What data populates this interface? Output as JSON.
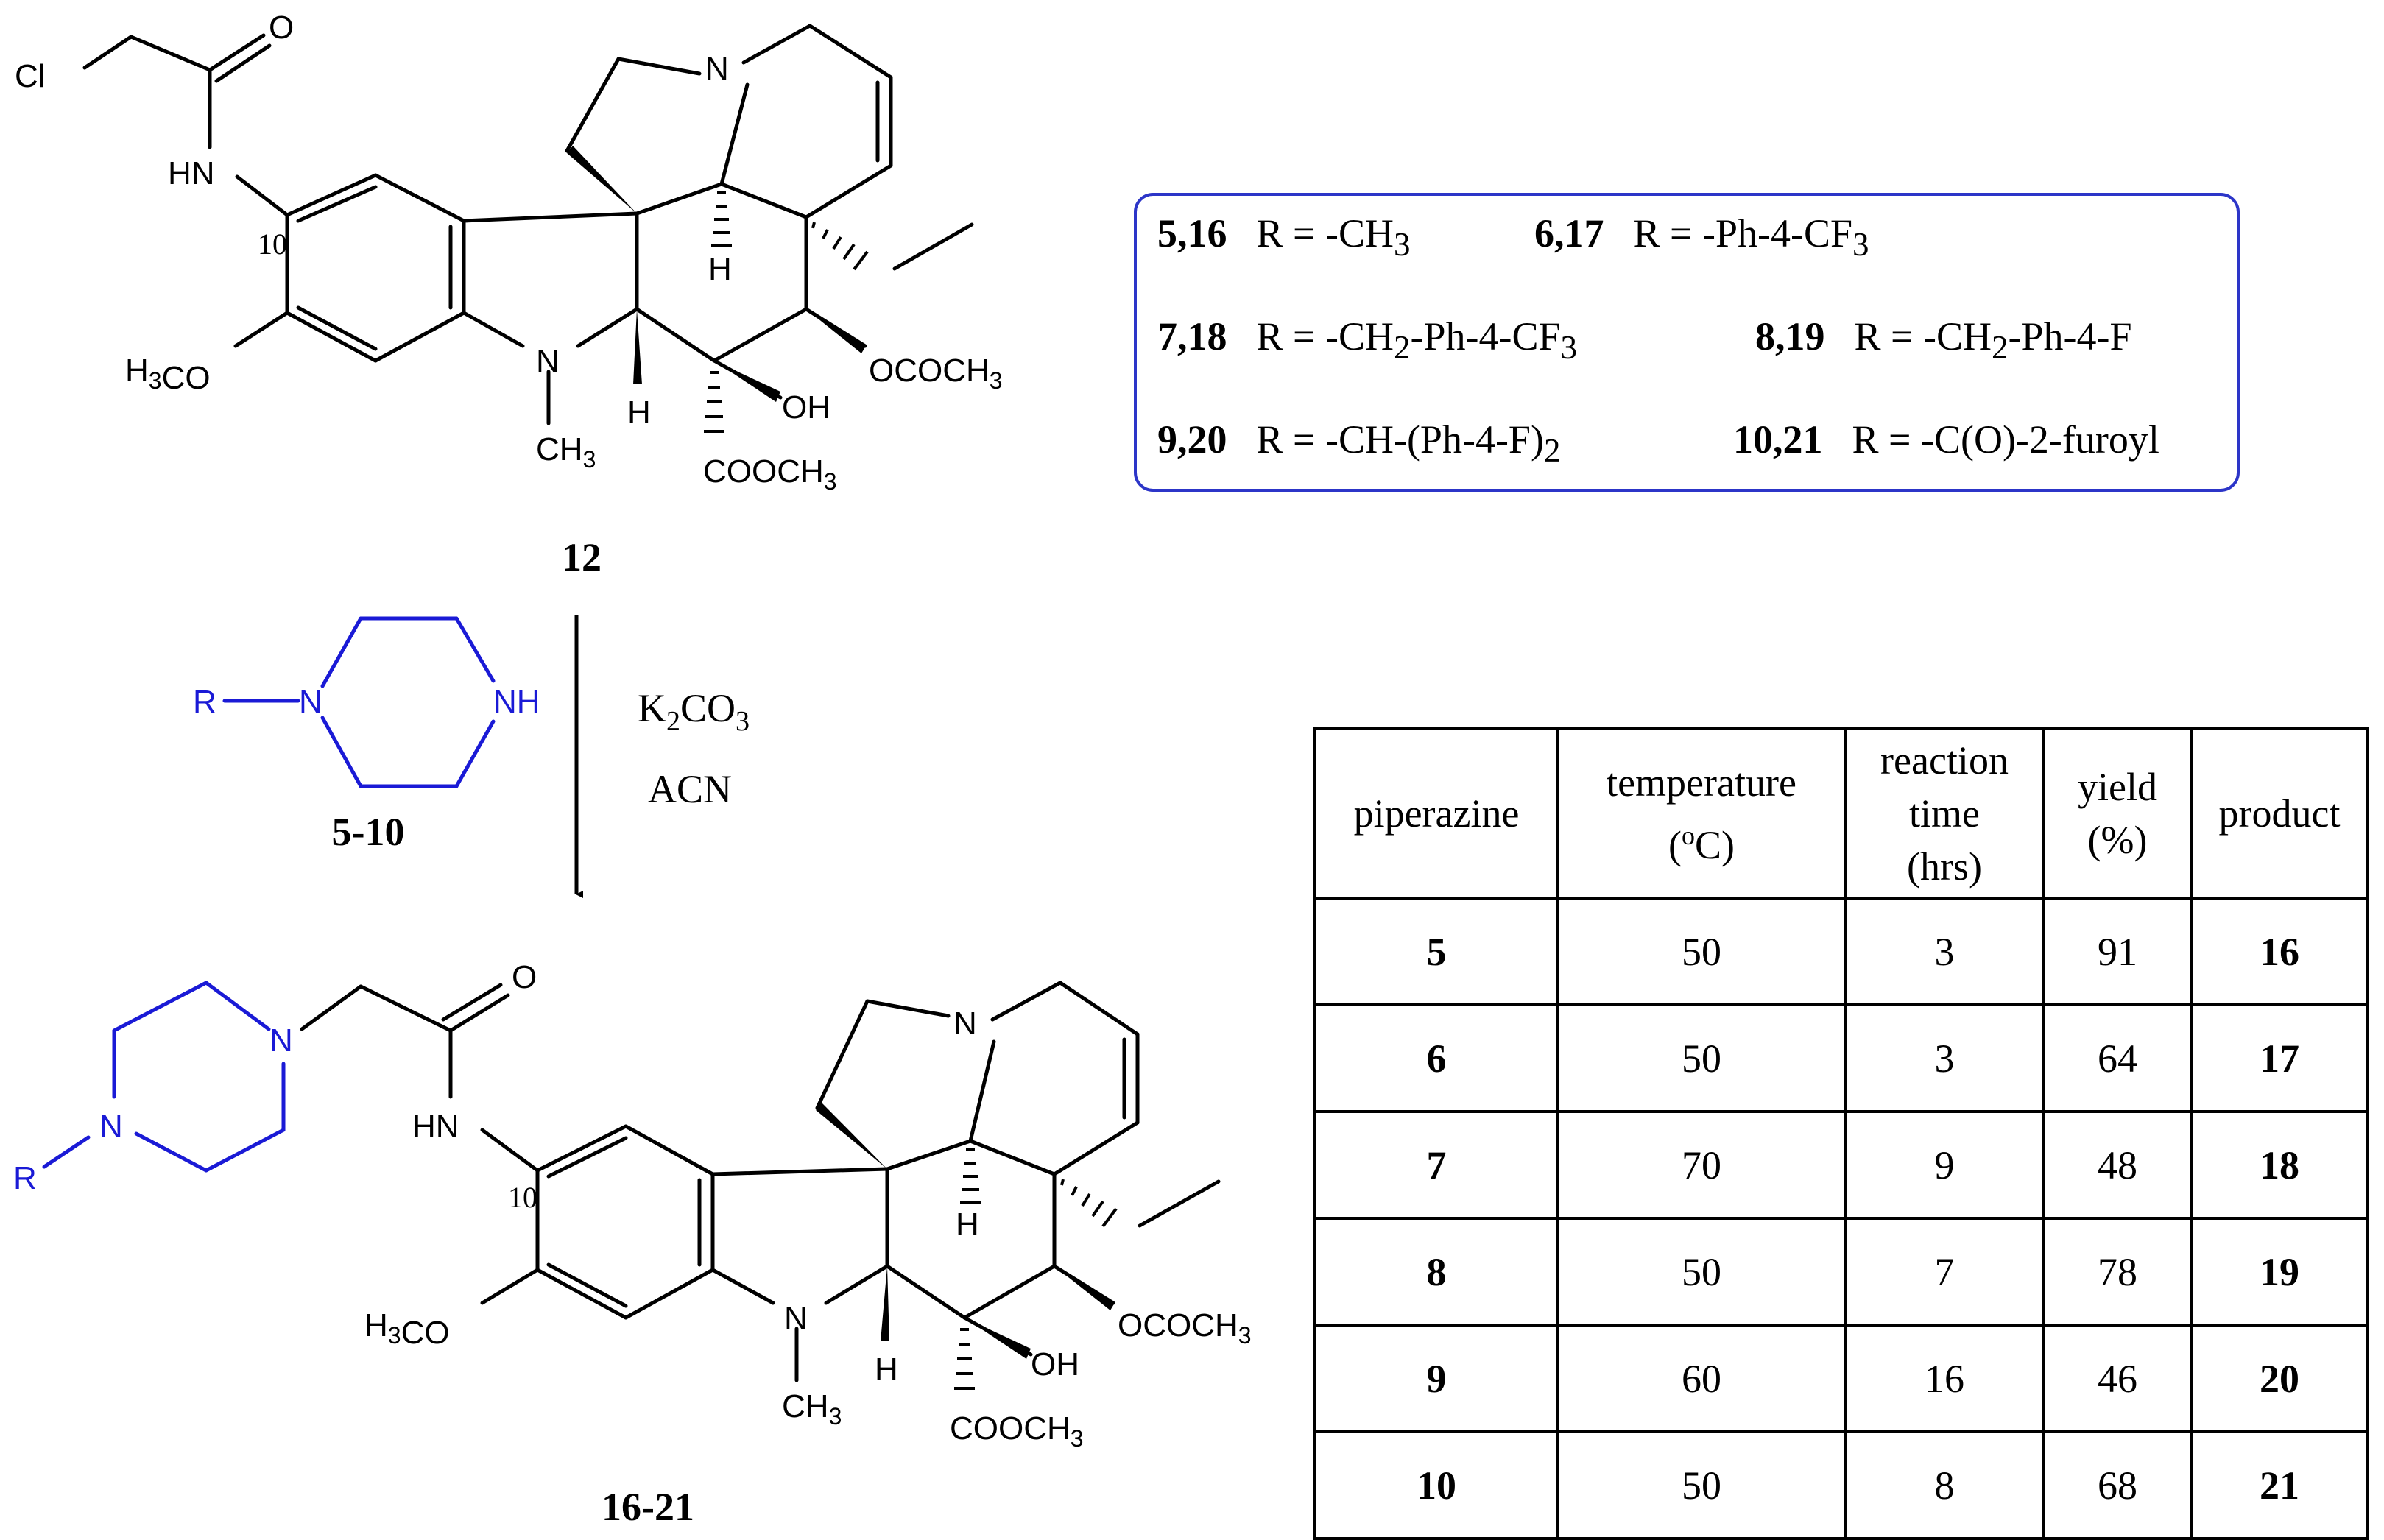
{
  "colors": {
    "reagent": "#1a1ad6",
    "box_border": "#2c35c8",
    "ink": "#000000"
  },
  "reactant": {
    "compound_label": "12",
    "atom_labels": {
      "cl": "Cl",
      "o": "O",
      "hn": "HN",
      "pos": "10",
      "h3co": "H3CO",
      "n_indoline": "N",
      "ch3": "CH3",
      "n_ring": "N",
      "h_top": "H",
      "h_bottom": "H",
      "oh": "OH",
      "ococh3": "OCOCH3",
      "cooch3": "COOCH3"
    }
  },
  "product": {
    "compound_label": "16-21",
    "atom_labels": {
      "o": "O",
      "hn": "HN",
      "pos": "10",
      "h3co": "H3CO",
      "n_indoline": "N",
      "ch3": "CH3",
      "n_ring": "N",
      "h_top": "H",
      "h_bottom": "H",
      "oh": "OH",
      "ococh3": "OCOCH3",
      "cooch3": "COOCH3",
      "pip_n1": "N",
      "pip_n4": "N",
      "r": "R"
    }
  },
  "reagent": {
    "r": "R",
    "n": "N",
    "nh": "NH",
    "compound_label": "5-10"
  },
  "conditions": {
    "base": "K2CO3",
    "solvent": "ACN"
  },
  "r_groups": [
    {
      "compounds": "5,16",
      "r": "R = -CH3"
    },
    {
      "compounds": "6,17",
      "r": "R = -Ph-4-CF3"
    },
    {
      "compounds": "7,18",
      "r": "R = -CH2-Ph-4-CF3"
    },
    {
      "compounds": "8,19",
      "r": "R = -CH2-Ph-4-F"
    },
    {
      "compounds": "9,20",
      "r": "R = -CH-(Ph-4-F)2"
    },
    {
      "compounds": "10,21",
      "r": "R = -C(O)-2-furoyl"
    }
  ],
  "table": {
    "headers": {
      "piperazine": "piperazine",
      "temperature": "temperature",
      "temperature_unit": "(oC)",
      "reaction": "reaction",
      "time": "time",
      "time_unit": "(hrs)",
      "yield": "yield",
      "yield_unit": "(%)",
      "product": "product"
    },
    "rows": [
      {
        "piperazine": "5",
        "temperature": "50",
        "time": "3",
        "yield": "91",
        "product": "16"
      },
      {
        "piperazine": "6",
        "temperature": "50",
        "time": "3",
        "yield": "64",
        "product": "17"
      },
      {
        "piperazine": "7",
        "temperature": "70",
        "time": "9",
        "yield": "48",
        "product": "18"
      },
      {
        "piperazine": "8",
        "temperature": "50",
        "time": "7",
        "yield": "78",
        "product": "19"
      },
      {
        "piperazine": "9",
        "temperature": "60",
        "time": "16",
        "yield": "46",
        "product": "20"
      },
      {
        "piperazine": "10",
        "temperature": "50",
        "time": "8",
        "yield": "68",
        "product": "21"
      }
    ]
  }
}
